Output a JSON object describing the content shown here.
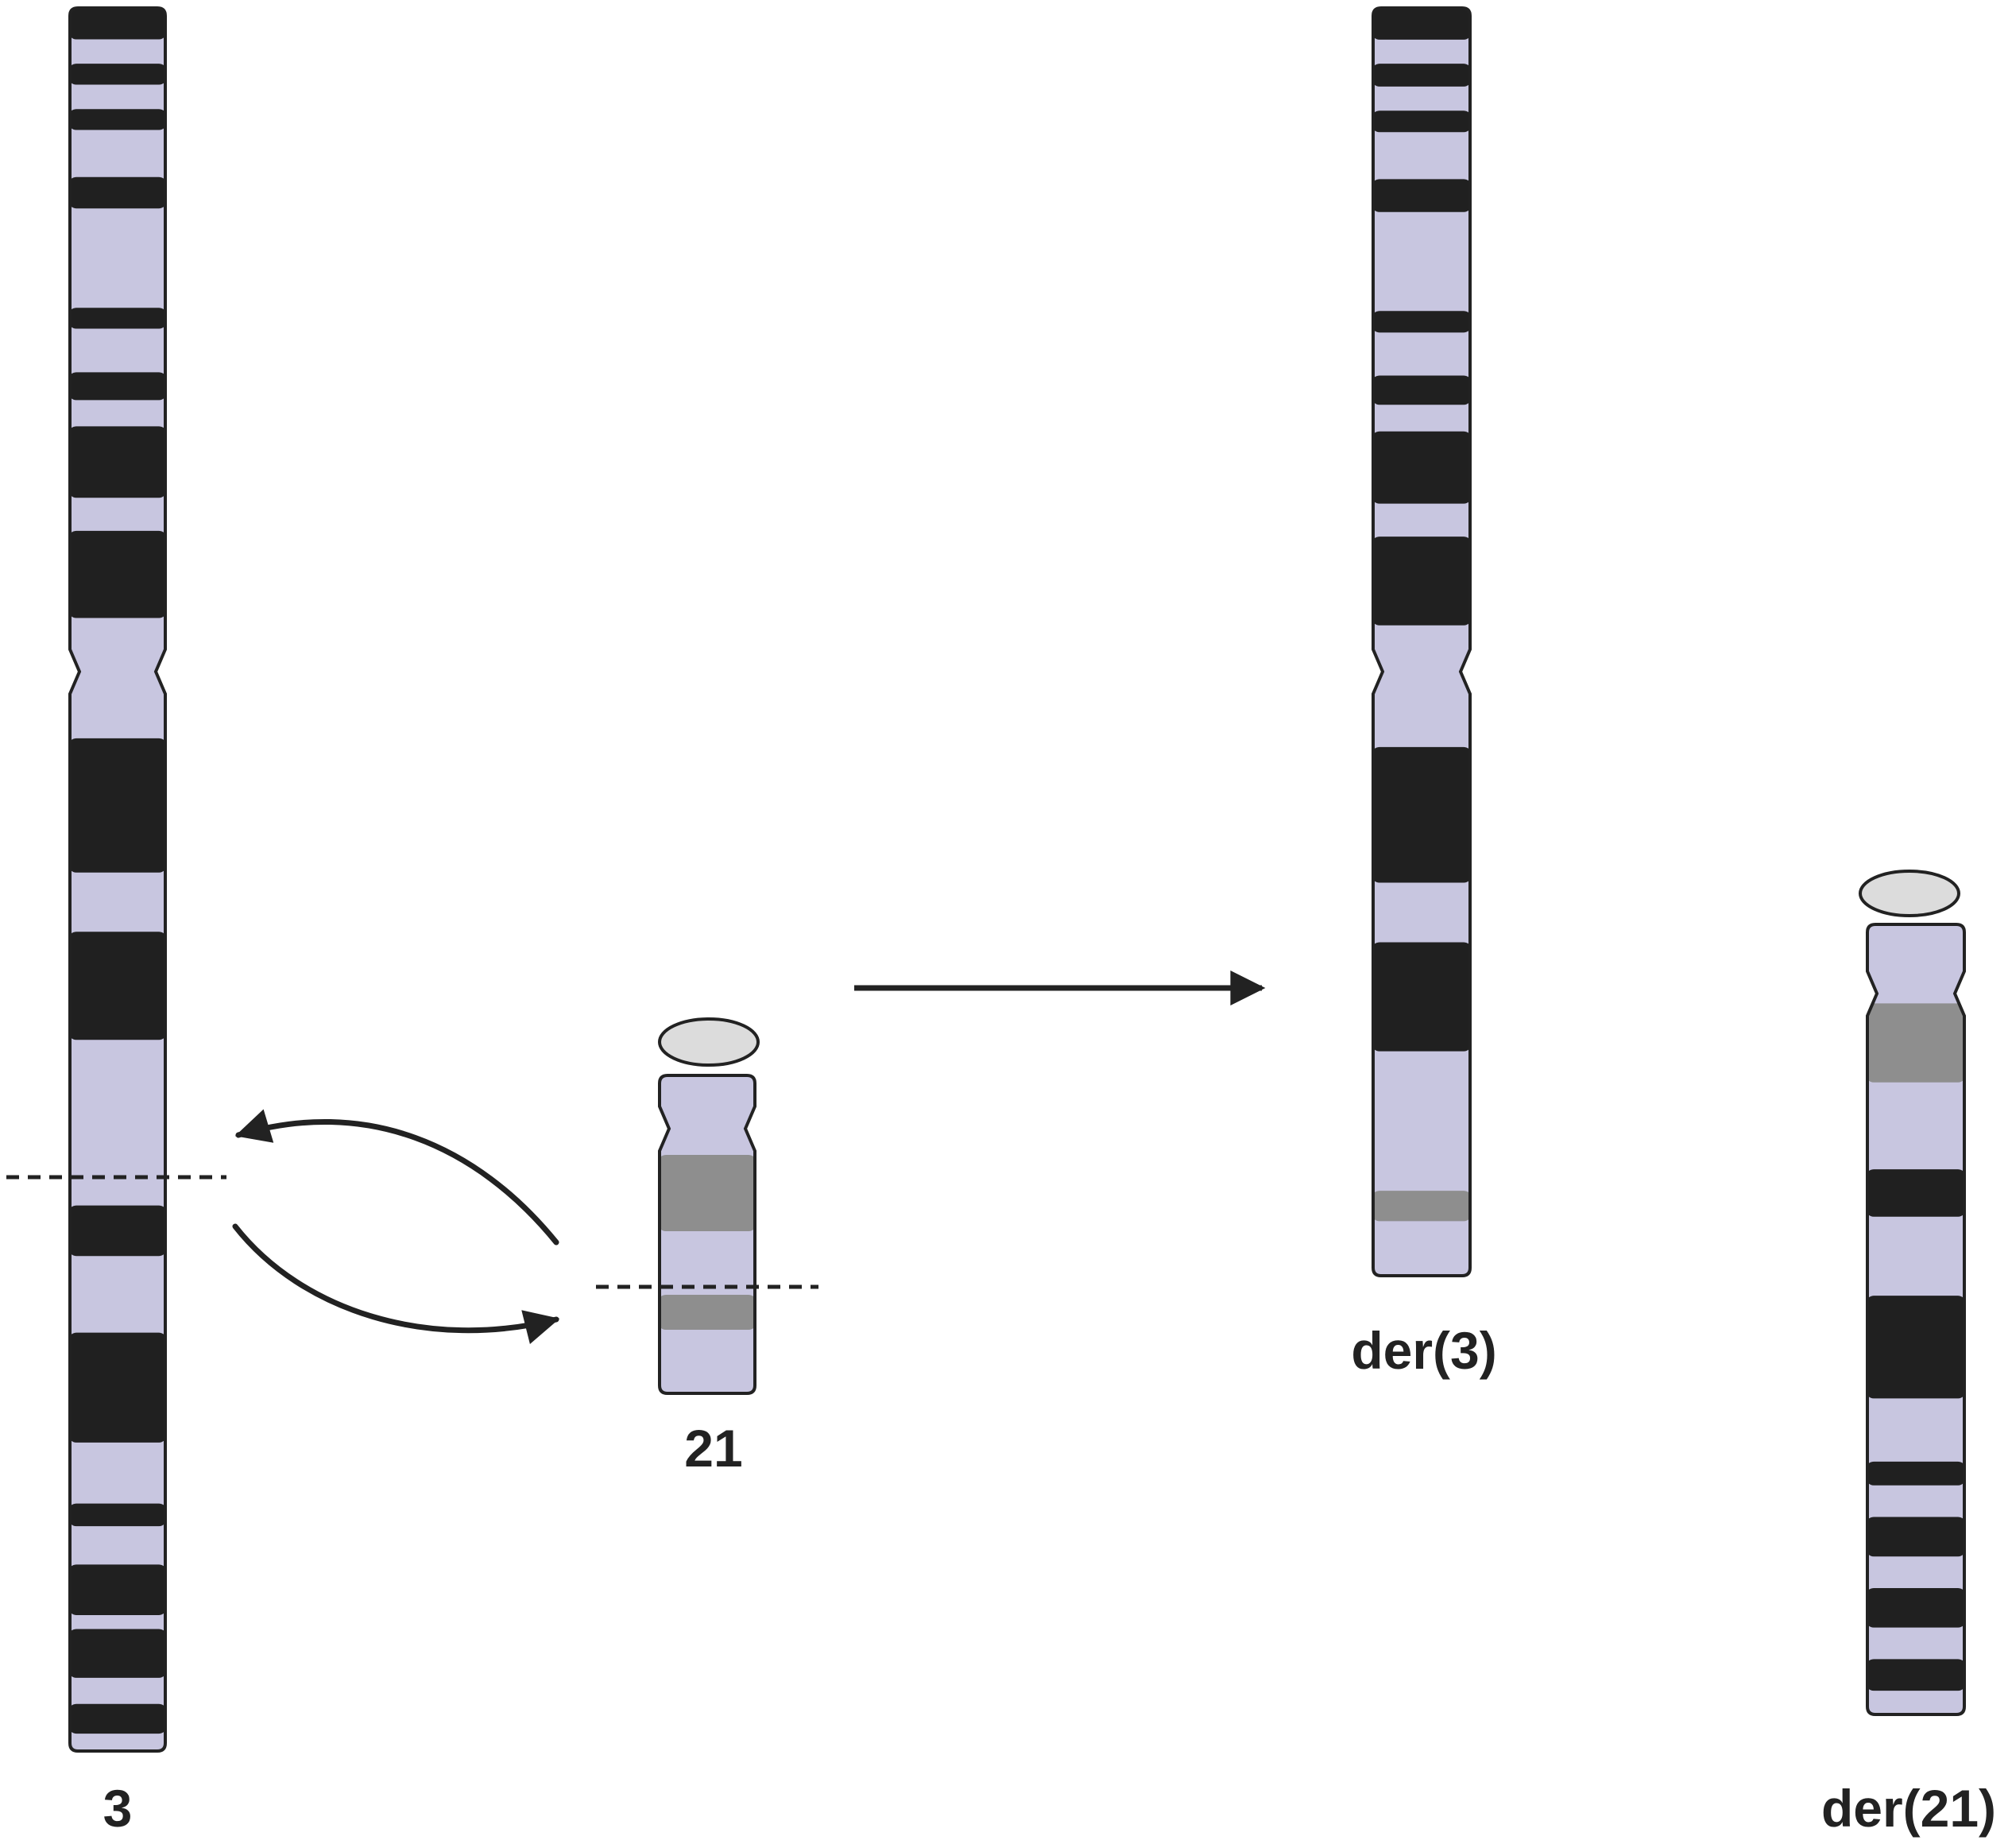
{
  "colors": {
    "chromatin": "#c8c6e0",
    "dark_band": "#202020",
    "gray_band": "#8e8e8e",
    "outline": "#222222",
    "satellite": "#dcdcdc"
  },
  "labels": {
    "chr3": "3",
    "chr21": "21",
    "der3": "der(3)",
    "der21": "der(21)"
  },
  "chromosomes": [
    {
      "id": "chr3",
      "label_key": "chr3",
      "satellite": false,
      "bands": [
        {
          "shade": "dark",
          "start": 0.0,
          "end": 0.018
        },
        {
          "shade": "dark",
          "start": 0.032,
          "end": 0.044
        },
        {
          "shade": "dark",
          "start": 0.058,
          "end": 0.07
        },
        {
          "shade": "dark",
          "start": 0.097,
          "end": 0.115
        },
        {
          "shade": "dark",
          "start": 0.172,
          "end": 0.184
        },
        {
          "shade": "dark",
          "start": 0.209,
          "end": 0.225
        },
        {
          "shade": "dark",
          "start": 0.24,
          "end": 0.281
        },
        {
          "shade": "dark",
          "start": 0.3,
          "end": 0.35
        },
        {
          "shade": "dark",
          "start": 0.419,
          "end": 0.496
        },
        {
          "shade": "dark",
          "start": 0.53,
          "end": 0.592
        },
        {
          "shade": "dark",
          "start": 0.687,
          "end": 0.716
        },
        {
          "shade": "dark",
          "start": 0.76,
          "end": 0.823
        },
        {
          "shade": "dark",
          "start": 0.858,
          "end": 0.871
        },
        {
          "shade": "dark",
          "start": 0.893,
          "end": 0.922
        },
        {
          "shade": "dark",
          "start": 0.93,
          "end": 0.958
        },
        {
          "shade": "dark",
          "start": 0.973,
          "end": 0.99
        }
      ]
    },
    {
      "id": "chr21",
      "label_key": "chr21",
      "satellite": true,
      "bands": [
        {
          "shade": "gray",
          "start": 0.25,
          "end": 0.49
        },
        {
          "shade": "gray",
          "start": 0.69,
          "end": 0.8
        }
      ]
    },
    {
      "id": "der3",
      "label_key": "der3",
      "satellite": false,
      "bands": [
        {
          "shade": "dark",
          "start": 0.0,
          "end": 0.025
        },
        {
          "shade": "dark",
          "start": 0.044,
          "end": 0.062
        },
        {
          "shade": "dark",
          "start": 0.081,
          "end": 0.098
        },
        {
          "shade": "dark",
          "start": 0.135,
          "end": 0.161
        },
        {
          "shade": "dark",
          "start": 0.239,
          "end": 0.256
        },
        {
          "shade": "dark",
          "start": 0.29,
          "end": 0.313
        },
        {
          "shade": "dark",
          "start": 0.334,
          "end": 0.391
        },
        {
          "shade": "dark",
          "start": 0.417,
          "end": 0.487
        },
        {
          "shade": "dark",
          "start": 0.583,
          "end": 0.69
        },
        {
          "shade": "dark",
          "start": 0.737,
          "end": 0.823
        },
        {
          "shade": "gray",
          "start": 0.933,
          "end": 0.957
        }
      ]
    },
    {
      "id": "der21",
      "label_key": "der21",
      "satellite": true,
      "bands": [
        {
          "shade": "gray",
          "start": 0.1,
          "end": 0.2
        },
        {
          "shade": "dark",
          "start": 0.31,
          "end": 0.37
        },
        {
          "shade": "dark",
          "start": 0.47,
          "end": 0.6
        },
        {
          "shade": "dark",
          "start": 0.68,
          "end": 0.71
        },
        {
          "shade": "dark",
          "start": 0.75,
          "end": 0.8
        },
        {
          "shade": "dark",
          "start": 0.84,
          "end": 0.89
        },
        {
          "shade": "dark",
          "start": 0.93,
          "end": 0.97
        }
      ]
    }
  ]
}
